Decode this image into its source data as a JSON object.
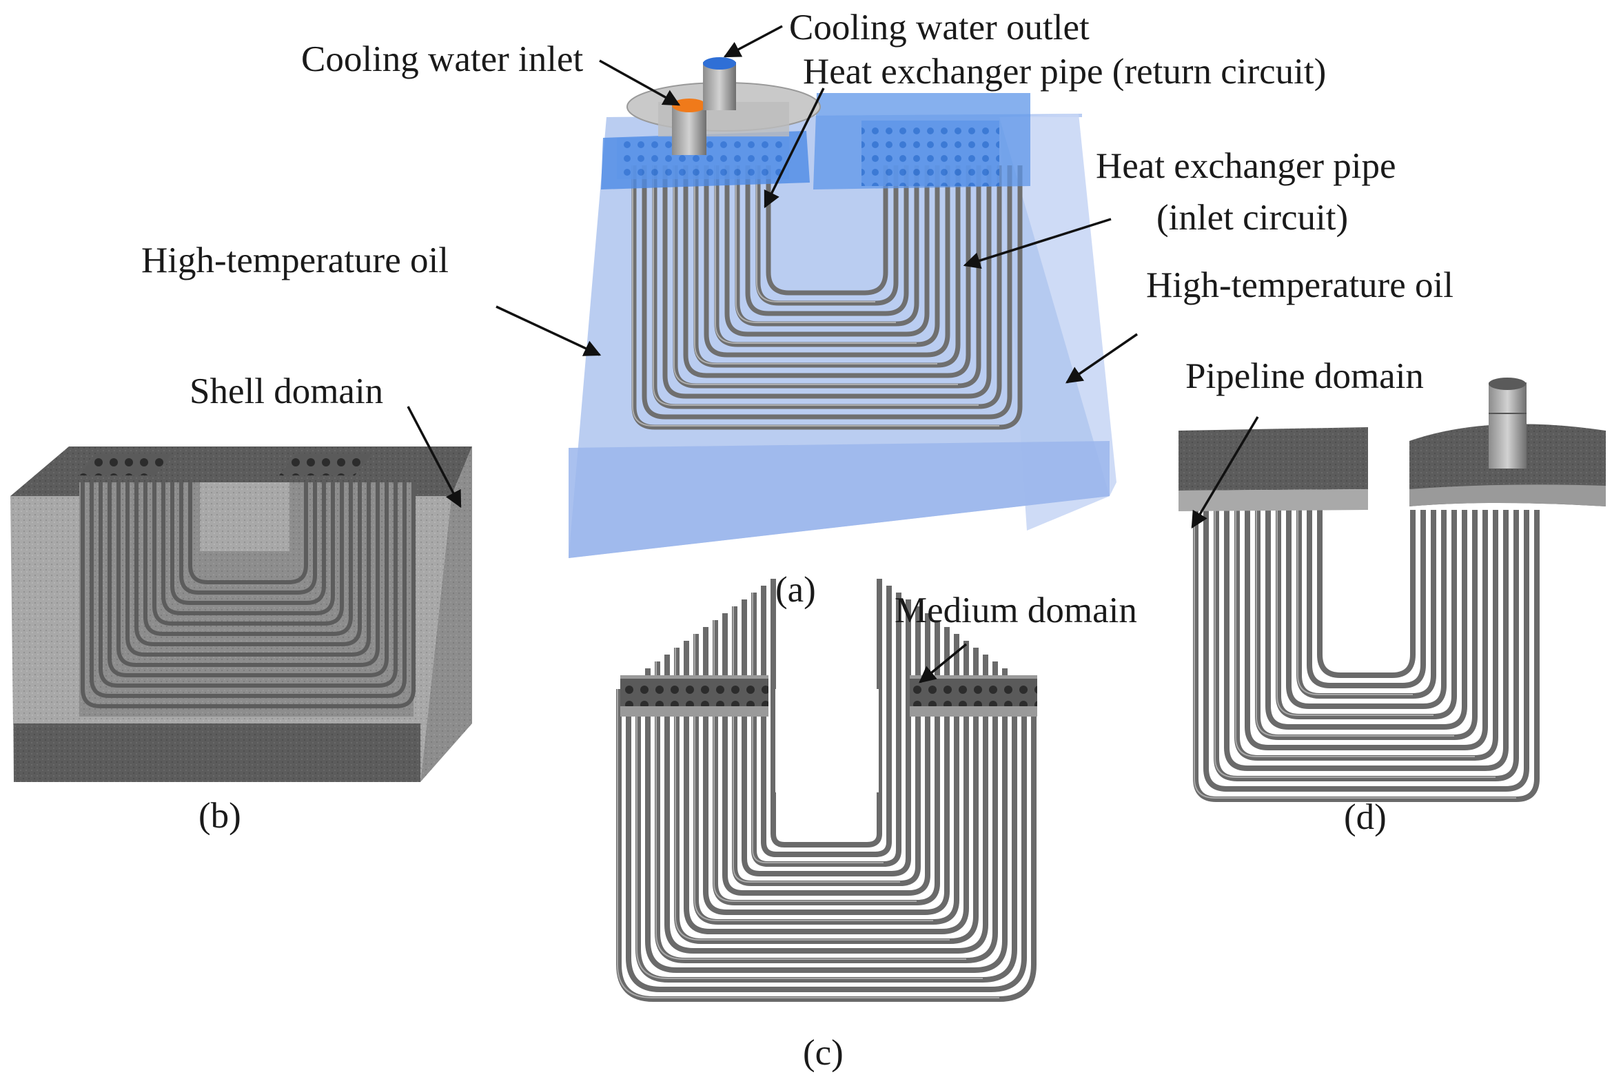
{
  "labels": {
    "cooling_outlet": "Cooling water outlet",
    "cooling_inlet": "Cooling water inlet",
    "hx_return": "Heat exchanger pipe (return circuit)",
    "hx_inlet_line1": "Heat exchanger pipe",
    "hx_inlet_line2": "(inlet circuit)",
    "oil_left": "High-temperature oil",
    "oil_right": "High-temperature oil",
    "shell": "Shell domain",
    "pipeline": "Pipeline domain",
    "medium": "Medium domain"
  },
  "captions": {
    "a": "(a)",
    "b": "(b)",
    "c": "(c)",
    "d": "(d)"
  },
  "colors": {
    "oil_box": "#a9c0ef",
    "header_blue": "#3e86e6",
    "pipe": "#7b7b7b",
    "pipe_dark": "#4a4a4a",
    "mesh_dark": "#5a5a5a",
    "mesh_light": "#b8b8b8",
    "inlet_orange": "#f07a1a",
    "outlet_blue": "#2f6fd6"
  }
}
